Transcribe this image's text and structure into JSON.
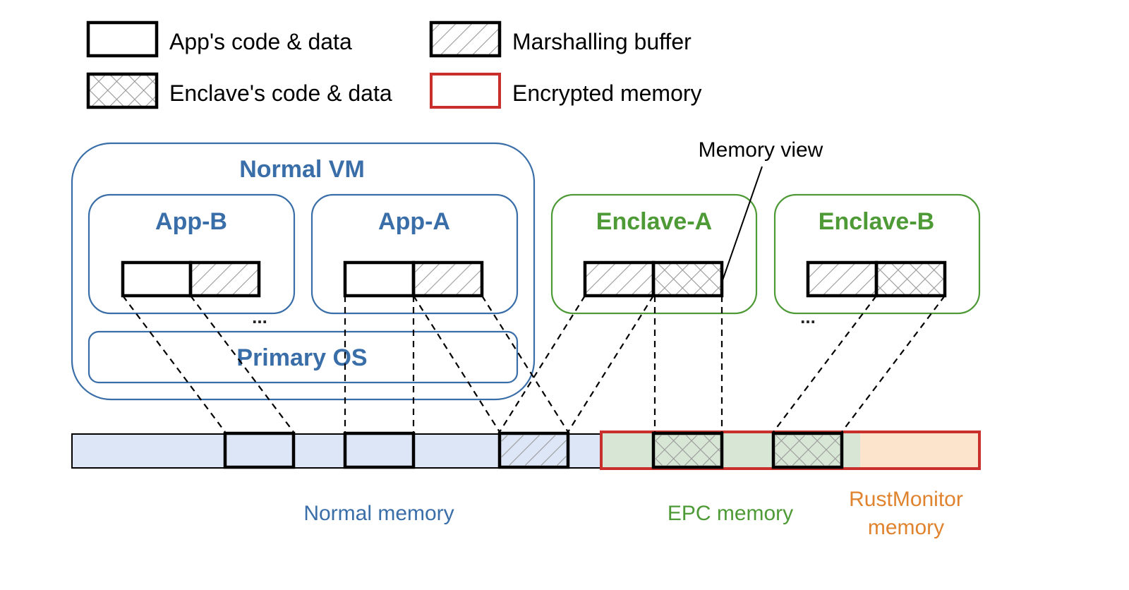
{
  "legend": {
    "items": [
      {
        "key": "app",
        "label": "App's code & data",
        "pattern": "plain"
      },
      {
        "key": "marshalling",
        "label": "Marshalling buffer",
        "pattern": "diagonal-hatch"
      },
      {
        "key": "enclave",
        "label": "Enclave's code & data",
        "pattern": "cross-hatch"
      },
      {
        "key": "encrypted",
        "label": "Encrypted memory",
        "pattern": "red-outline"
      }
    ]
  },
  "normal_vm": {
    "title": "Normal VM",
    "apps": [
      {
        "name": "App-B"
      },
      {
        "name": "App-A"
      }
    ],
    "ellipsis": "...",
    "os": "Primary OS"
  },
  "enclaves": [
    {
      "name": "Enclave-A"
    },
    {
      "name": "Enclave-B"
    }
  ],
  "enclave_ellipsis": "...",
  "annotation": "Memory view",
  "memory": {
    "normal_label": "Normal memory",
    "epc_label": "EPC memory",
    "rustmonitor_label_line1": "RustMonitor",
    "rustmonitor_label_line2": "memory"
  },
  "colors": {
    "vm_blue": "#3a6ea8",
    "enclave_green": "#4e9a36",
    "encrypted_red": "#c9302c",
    "normal_mem_fill": "#dce6f6",
    "epc_fill": "#d8e7d5",
    "rustmonitor_fill": "#fbe3cc",
    "rustmonitor_text": "#e0832e"
  }
}
